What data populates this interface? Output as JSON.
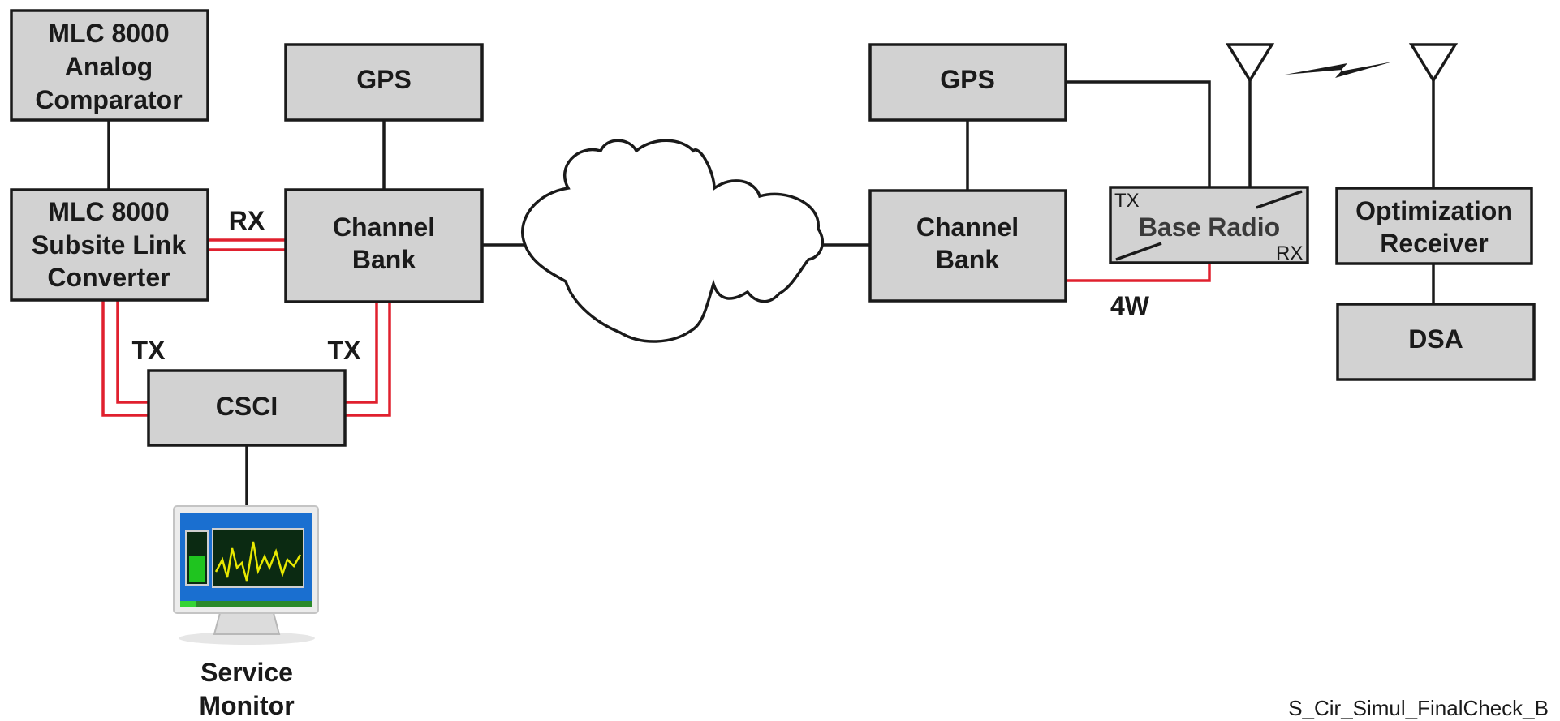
{
  "nodes": {
    "analog_comparator": {
      "lines": [
        "MLC 8000",
        "Analog",
        "Comparator"
      ]
    },
    "subsite_link_converter": {
      "lines": [
        "MLC 8000",
        "Subsite Link",
        "Converter"
      ]
    },
    "gps_left": {
      "lines": [
        "GPS"
      ]
    },
    "channel_bank_left": {
      "lines": [
        "Channel",
        "Bank"
      ]
    },
    "csci": {
      "lines": [
        "CSCI"
      ]
    },
    "service_monitor": {
      "lines": [
        "Service",
        "Monitor"
      ]
    },
    "gps_right": {
      "lines": [
        "GPS"
      ]
    },
    "channel_bank_right": {
      "lines": [
        "Channel",
        "Bank"
      ]
    },
    "base_radio": {
      "label": "Base Radio",
      "tx": "TX",
      "rx": "RX"
    },
    "optimization_receiver": {
      "lines": [
        "Optimization",
        "Receiver"
      ]
    },
    "dsa": {
      "lines": [
        "DSA"
      ]
    }
  },
  "links": {
    "rx": "RX",
    "tx_left": "TX",
    "tx_right": "TX",
    "four_wire": "4W"
  },
  "caption": "S_Cir_Simul_FinalCheck_B",
  "colors": {
    "box_fill": "#d2d2d2",
    "line": "#1a1a1a",
    "audio_path": "#e0202e",
    "monitor_screen": "#1a6fd0"
  }
}
